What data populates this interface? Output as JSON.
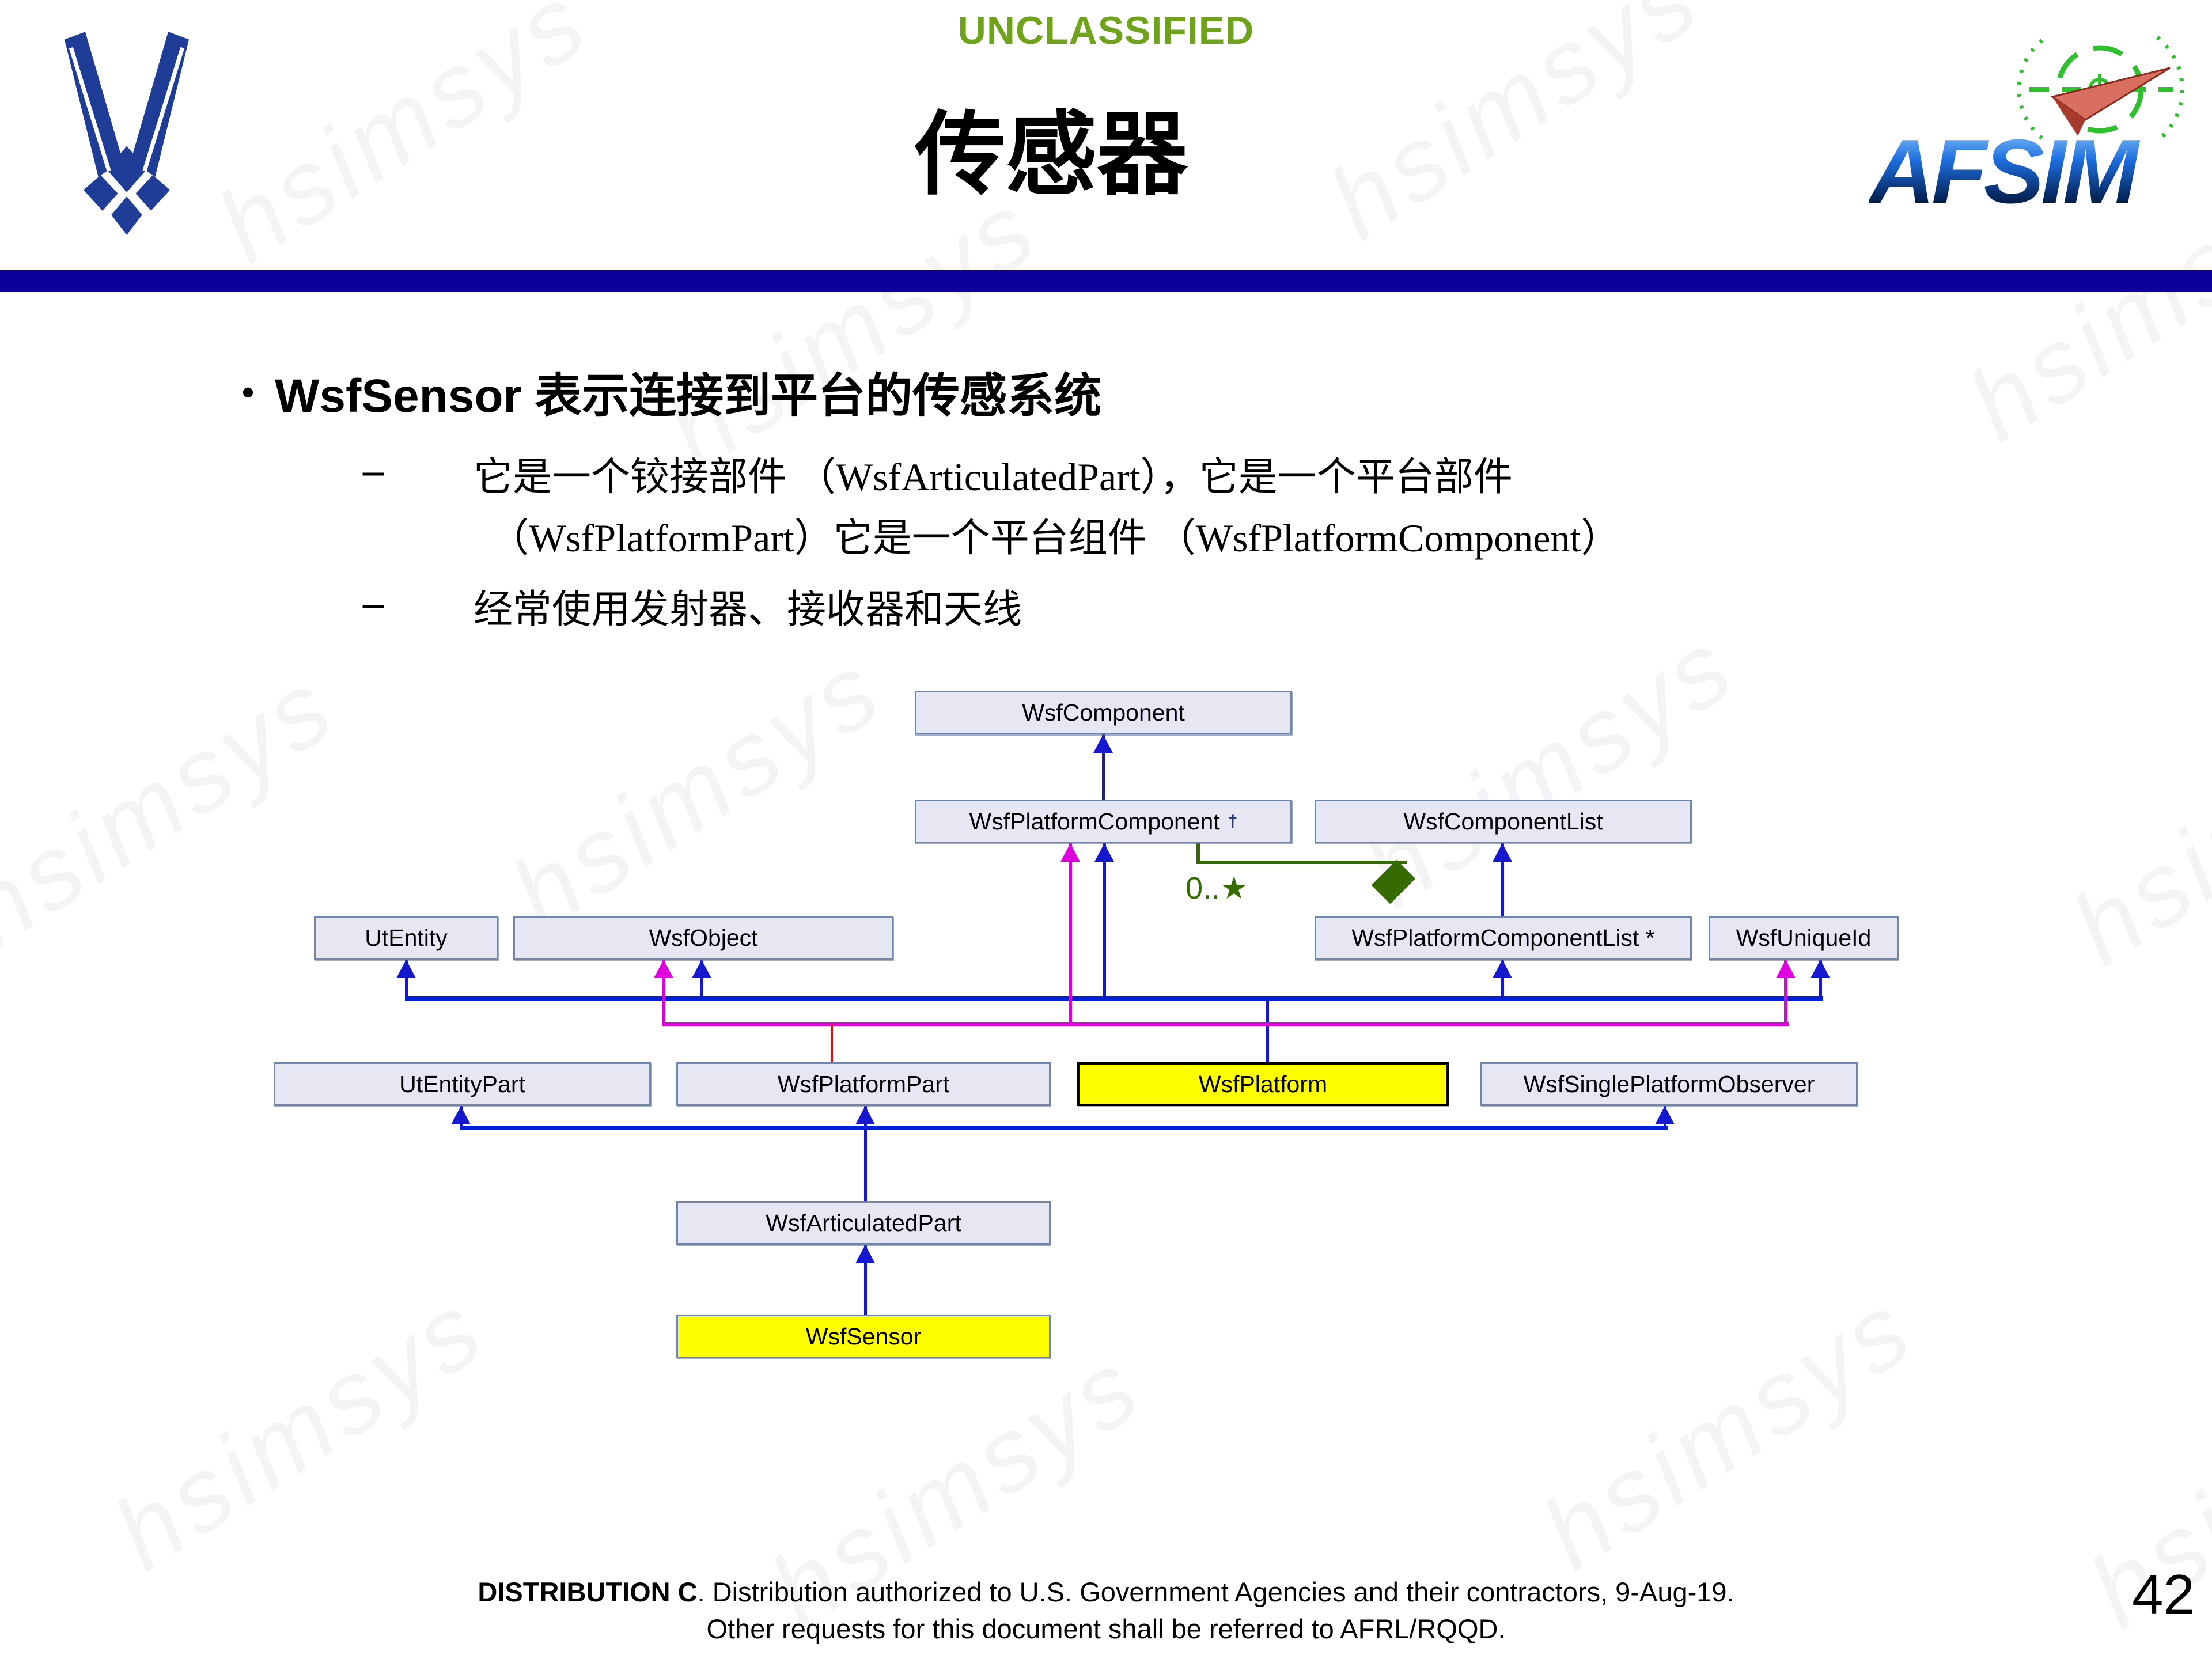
{
  "header": {
    "classification": "UNCLASSIFIED",
    "title": "传感器",
    "afsim_logo_text": "AFSIM"
  },
  "bullets": {
    "main_dot": "•",
    "main": "WsfSensor 表示连接到平台的传感系统",
    "dash": "–",
    "sub1_line1": "它是一个铰接部件 （WsfArticulatedPart），它是一个平台部件",
    "sub1_line2": "（WsfPlatformPart）它是一个平台组件 （WsfPlatformComponent）",
    "sub2": "经常使用发射器、接收器和天线"
  },
  "diagram": {
    "multiplicity_label": "0..★",
    "boxes": [
      {
        "label": "WsfComponent"
      },
      {
        "label": "WsfPlatformComponent",
        "suffix": "†"
      },
      {
        "label": "WsfComponentList"
      },
      {
        "label": "UtEntity"
      },
      {
        "label": "WsfObject"
      },
      {
        "label": "WsfPlatformComponentList *"
      },
      {
        "label": "WsfUniqueId"
      },
      {
        "label": "UtEntityPart"
      },
      {
        "label": "WsfPlatformPart"
      },
      {
        "label": "WsfPlatform"
      },
      {
        "label": "WsfSinglePlatformObserver"
      },
      {
        "label": "WsfArticulatedPart"
      },
      {
        "label": "WsfSensor"
      }
    ],
    "colors": {
      "inheritance_blue": "#1518CC",
      "bus_blue": "#0021D6",
      "mixin_magenta": "#DD00DD",
      "association_red": "#FF0000",
      "aggregation_green": "#356B00",
      "box_fill": "#E7E7F4",
      "box_border": "#7086AC",
      "highlight_fill": "#FFFF00"
    }
  },
  "footer": {
    "line1_bold": "DISTRIBUTION C",
    "line1_rest": ". Distribution authorized to U.S. Government Agencies and their contractors, 9-Aug-19.",
    "line2": "Other requests for this document shall be referred to AFRL/RQQD.",
    "page_number": "42"
  },
  "watermark": {
    "text": "hsimsys"
  }
}
